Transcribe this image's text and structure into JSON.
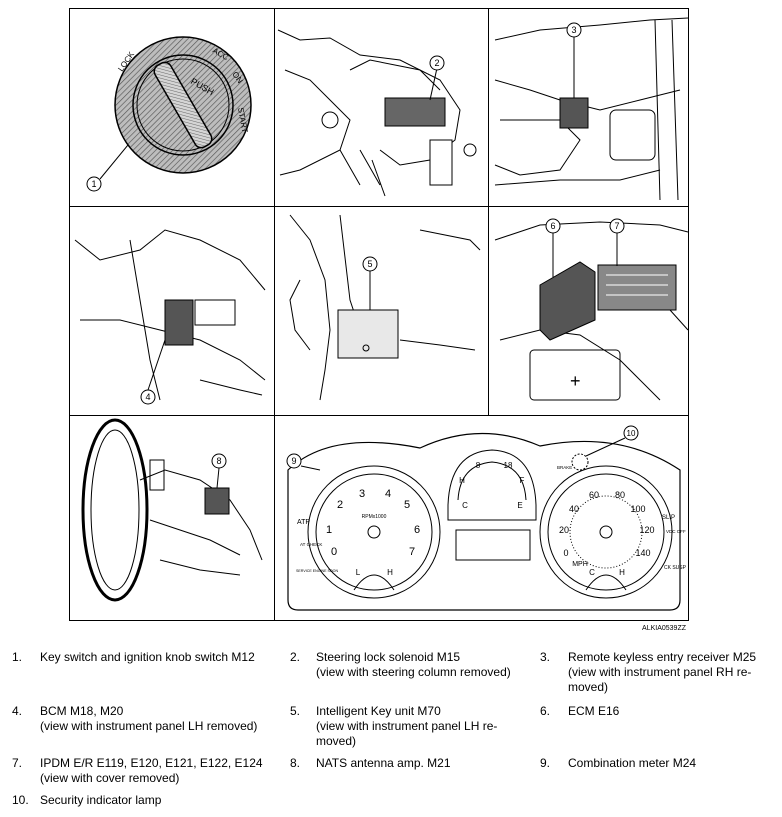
{
  "figure": {
    "code": "ALKIA0539ZZ",
    "callouts": [
      "1",
      "2",
      "3",
      "4",
      "5",
      "6",
      "7",
      "8",
      "9",
      "10"
    ],
    "ignition_knob": {
      "push_label": "PUSH",
      "positions": [
        "LOCK",
        "ACC",
        "ON",
        "START"
      ]
    },
    "meter": {
      "warning_labels": [
        "ATP",
        "AT CHECK",
        "SERVICE ENGINE SOON",
        "BRAKE",
        "SLIP",
        "VDC OFF",
        "CK SUSP"
      ],
      "tach_numbers": [
        "0",
        "1",
        "2",
        "3",
        "4",
        "5",
        "6",
        "7"
      ],
      "tach_unit": "RPMx1000",
      "speed_numbers": [
        "0",
        "20",
        "40",
        "60",
        "80",
        "100",
        "120",
        "140"
      ],
      "speed_unit": "MPH",
      "fuel_labels": [
        "E",
        "F"
      ],
      "temp_labels": [
        "C",
        "H"
      ],
      "gauge_labels": [
        "L",
        "H",
        "C",
        "H"
      ],
      "volt_labels": [
        "8",
        "18"
      ]
    }
  },
  "legend": [
    {
      "num": "1.",
      "text": "Key switch and ignition knob switch M12"
    },
    {
      "num": "2.",
      "text": "Steering lock solenoid M15\n(view with steering column removed)"
    },
    {
      "num": "3.",
      "text": "Remote keyless entry receiver M25\n(view with instrument panel RH re-\nmoved)"
    },
    {
      "num": "4.",
      "text": "BCM M18, M20\n(view with instrument panel LH removed)"
    },
    {
      "num": "5.",
      "text": "Intelligent Key unit M70\n(view with instrument panel LH re-\nmoved)"
    },
    {
      "num": "6.",
      "text": "ECM E16"
    },
    {
      "num": "7.",
      "text": "IPDM E/R E119, E120, E121, E122, E124\n(view with cover removed)"
    },
    {
      "num": "8.",
      "text": "NATS antenna amp. M21"
    },
    {
      "num": "9.",
      "text": "Combination meter M24"
    },
    {
      "num": "10.",
      "text": "Security indicator lamp"
    }
  ]
}
